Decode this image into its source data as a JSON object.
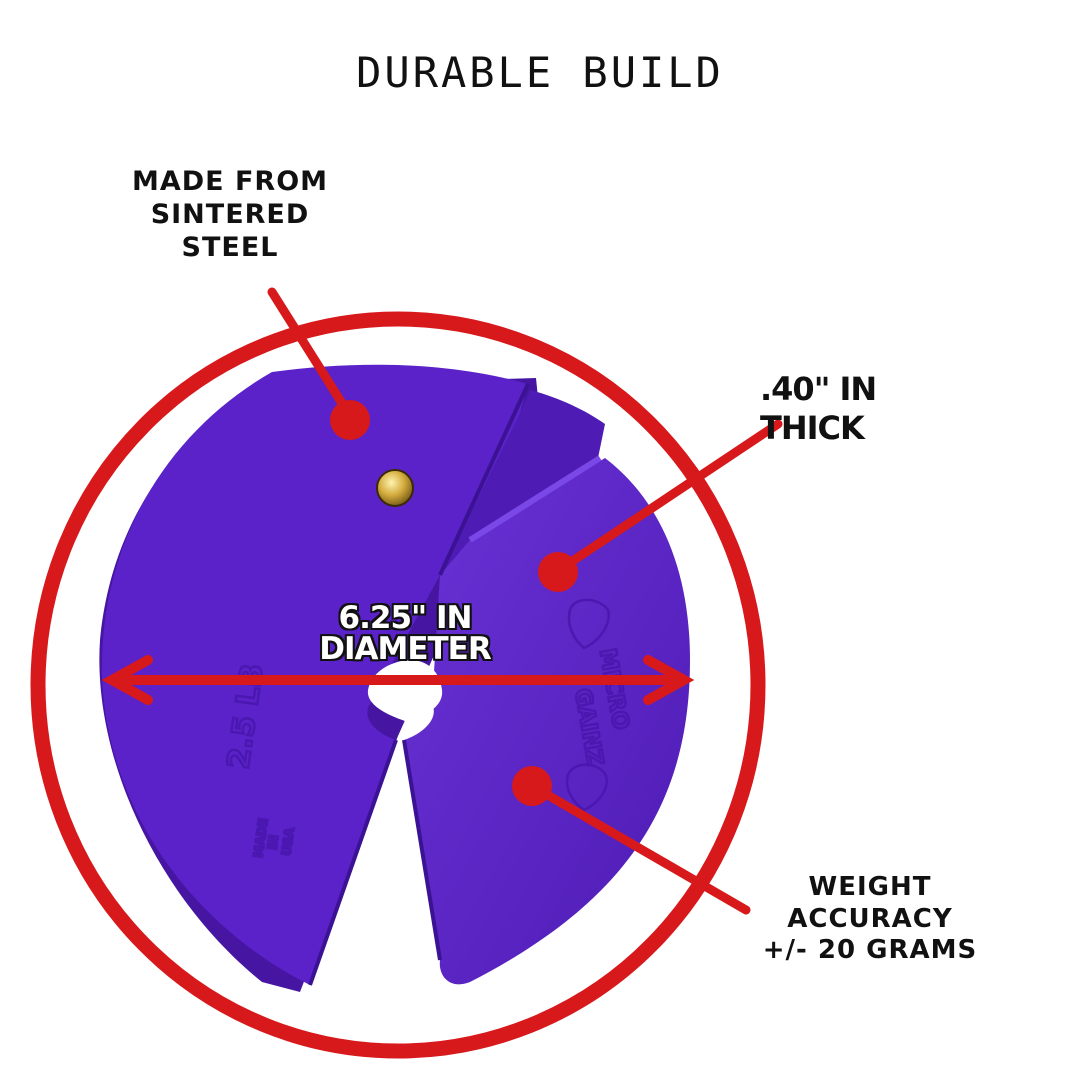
{
  "title": "DURABLE BUILD",
  "callouts": {
    "material": {
      "lines": [
        "MADE FROM",
        "SINTERED",
        "STEEL"
      ]
    },
    "thickness": {
      "lines": [
        ".40\" IN",
        "THICK"
      ]
    },
    "diameter": {
      "lines": [
        "6.25\" IN",
        "DIAMETER"
      ]
    },
    "accuracy": {
      "lines": [
        "WEIGHT",
        "ACCURACY",
        "+/- 20 GRAMS"
      ]
    }
  },
  "plate_markings": {
    "weight": "2.5 LB",
    "origin": [
      "MADE",
      "IN",
      "USA"
    ],
    "brand": [
      "MICRO",
      "GAINZ"
    ]
  },
  "colors": {
    "accent_red": "#d7191c",
    "plate_purple": "#5a22c8",
    "plate_shadow": "#4616a3",
    "plate_highlight": "#6e3bd9",
    "bolt_brass": "#c9a23a",
    "text": "#111111"
  }
}
